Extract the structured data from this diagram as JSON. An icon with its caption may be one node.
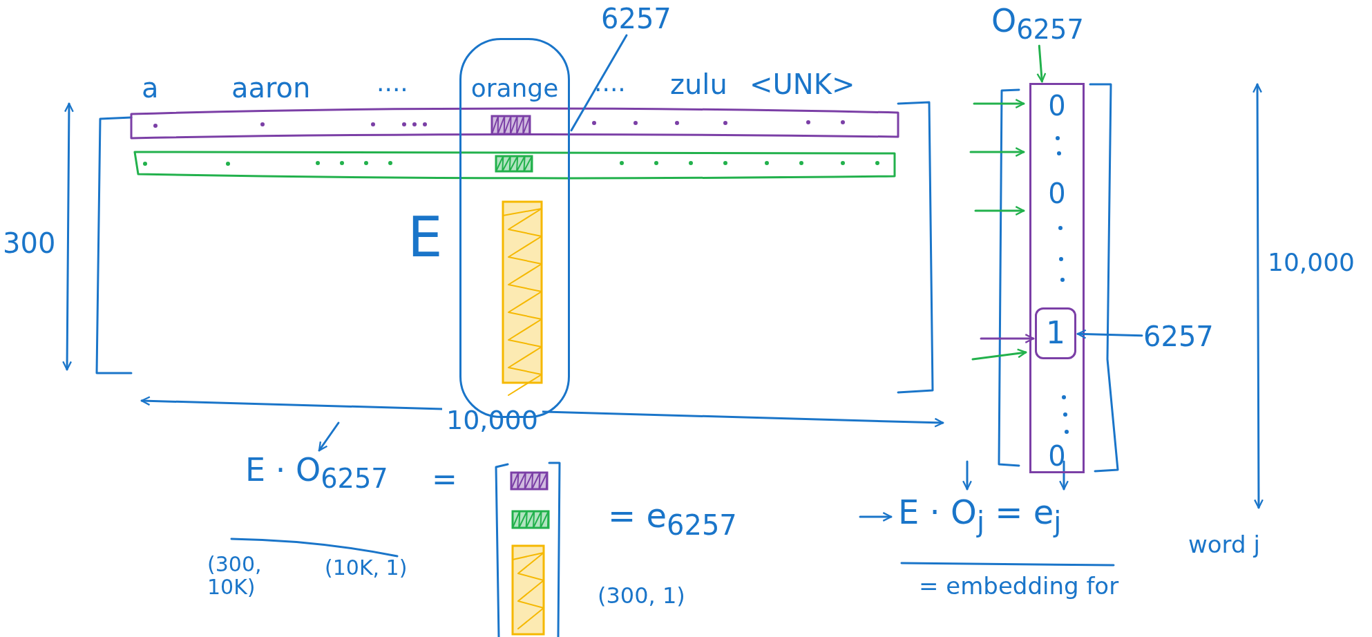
{
  "diagram": {
    "nodes": [
      {
        "text": [
          "6257"
        ]
      },
      {
        "text": [
          "orange"
        ]
      },
      {
        "text": [
          "0",
          "0",
          "0"
        ]
      },
      {
        "text": [
          "1"
        ],
        "in": 2
      },
      {
        "text": [
          "6257"
        ]
      },
      {
        "text": [
          "O$_{6257}$"
        ]
      }
    ],
    "edges": [
      {
        "from": 0,
        "to": 1,
        "arrow": "none"
      },
      {
        "from": 4,
        "to": 3,
        "arrow": "to"
      },
      {
        "from": 5,
        "to": 2,
        "arrow": "to",
        "color": "#22b14c"
      }
    ],
    "labels": [
      "a",
      "aaron",
      "....",
      "....",
      "zulu",
      "<UNK>",
      "E",
      "300",
      "10,000",
      "10,000",
      "E · O$_{6257}$",
      "(300, 10K)",
      "(10K, 1)",
      "=",
      "= e$_{6257}$",
      "(300, 1)",
      "E · O$_{j}$ = e$_{j}$",
      "= embedding for",
      "word j"
    ]
  }
}
